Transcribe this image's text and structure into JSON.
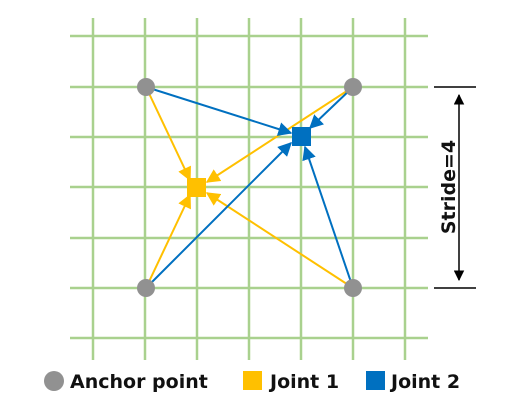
{
  "diagram": {
    "stride_label": "Stride=4",
    "legend": [
      {
        "label": "Anchor point",
        "color": "#919191",
        "marker": "circle"
      },
      {
        "label": "Joint 1",
        "color": "#FFC000",
        "marker": "square"
      },
      {
        "label": "Joint 2",
        "color": "#0070C0",
        "marker": "square"
      }
    ],
    "colors": {
      "grid": "#A9D18E",
      "anchor": "#919191",
      "joint_1": "#FFC000",
      "joint_2": "#0070C0",
      "stride_marker": "#000000"
    }
  }
}
